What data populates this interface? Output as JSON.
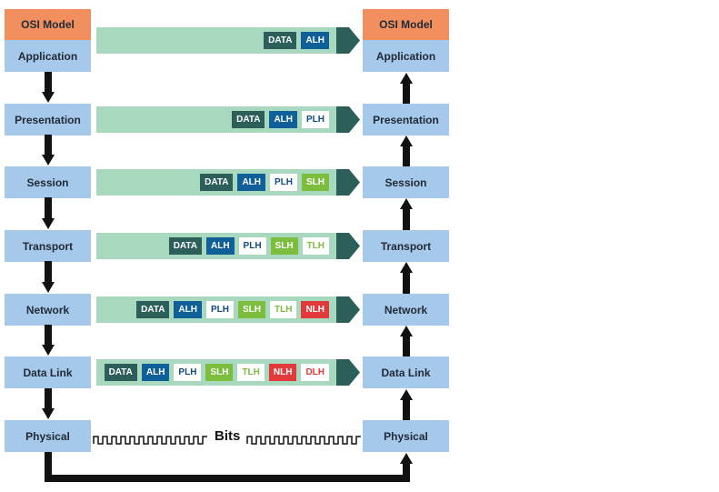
{
  "header_label": "OSI Model",
  "left_layers": [
    "Application",
    "Presentation",
    "Session",
    "Transport",
    "Network",
    "Data Link",
    "Physical"
  ],
  "right_layers": [
    "Application",
    "Presentation",
    "Session",
    "Transport",
    "Network",
    "Data Link",
    "Physical"
  ],
  "bits_label": "Bits",
  "bands": [
    [
      "DATA",
      "ALH"
    ],
    [
      "DATA",
      "ALH",
      "PLH"
    ],
    [
      "DATA",
      "ALH",
      "PLH",
      "SLH"
    ],
    [
      "DATA",
      "ALH",
      "PLH",
      "SLH",
      "TLH"
    ],
    [
      "DATA",
      "ALH",
      "PLH",
      "SLH",
      "TLH",
      "NLH"
    ],
    [
      "DATA",
      "ALH",
      "PLH",
      "SLH",
      "TLH",
      "NLH",
      "DLH"
    ]
  ],
  "colors": {
    "header": "#f28f5f",
    "layer": "#a6c8ea",
    "band": "#a8d8bd",
    "tip": "#2c5f5a"
  }
}
